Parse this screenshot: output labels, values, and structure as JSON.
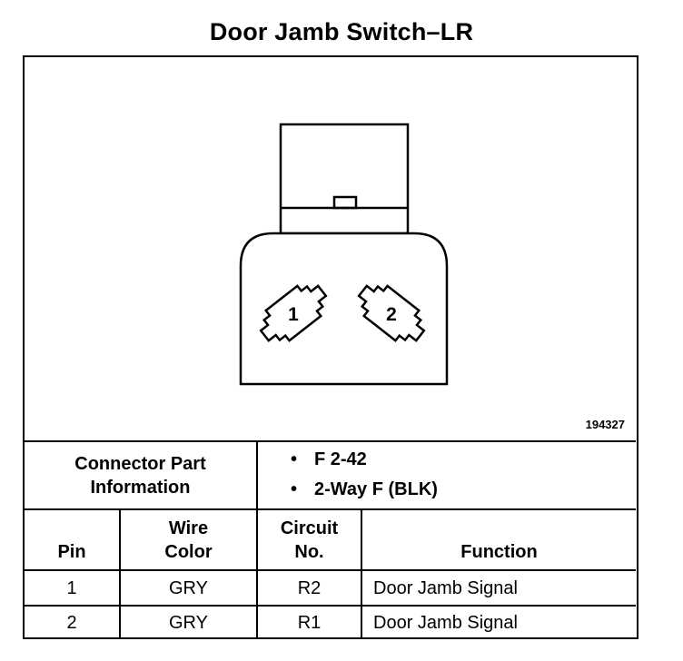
{
  "title": "Door Jamb Switch–LR",
  "figure_number": "194327",
  "connector": {
    "pins": [
      "1",
      "2"
    ],
    "part_info_label": [
      "Connector Part",
      "Information"
    ],
    "part_info_items": [
      "F 2-42",
      "2-Way F (BLK)"
    ]
  },
  "table": {
    "headers": {
      "pin": "Pin",
      "wire_color": [
        "Wire",
        "Color"
      ],
      "circuit_no": [
        "Circuit",
        "No."
      ],
      "function": "Function"
    },
    "rows": [
      {
        "pin": "1",
        "wire_color": "GRY",
        "circuit": "R2",
        "function": "Door Jamb Signal"
      },
      {
        "pin": "2",
        "wire_color": "GRY",
        "circuit": "R1",
        "function": "Door Jamb Signal"
      }
    ]
  }
}
